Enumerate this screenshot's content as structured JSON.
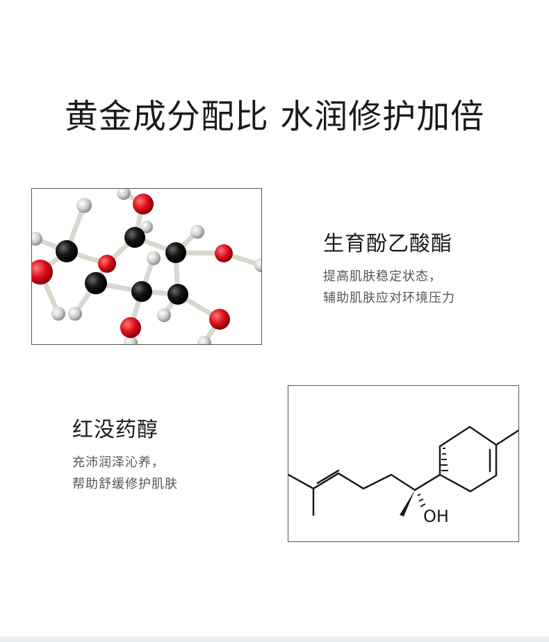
{
  "title": "黄金成分配比 水润修护加倍",
  "ingredient_1": {
    "name": "生育酚乙酸酯",
    "desc_line_1": "提高肌肤稳定状态，",
    "desc_line_2": "辅助肌肤应对环境压力"
  },
  "ingredient_2": {
    "name": "红没药醇",
    "desc_line_1": "充沛润泽沁养，",
    "desc_line_2": "帮助舒缓修护肌肤"
  },
  "structure": {
    "oh_label": "OH"
  },
  "colors": {
    "oxygen": "#e0101c",
    "carbon": "#151515",
    "hydrogen": "#cfcfcf",
    "bond": "#d8d8cf"
  }
}
